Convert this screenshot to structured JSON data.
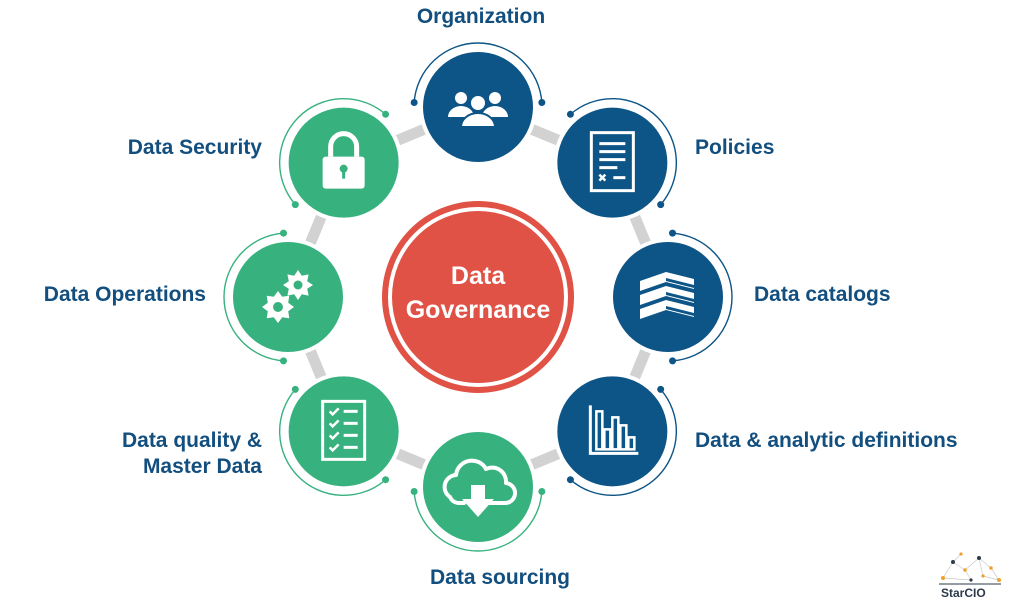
{
  "center": {
    "line1": "Data",
    "line2": "Governance"
  },
  "nodes": [
    {
      "id": "organization",
      "label": "Organization",
      "icon": "people-group-icon",
      "color": "#0d5487"
    },
    {
      "id": "policies",
      "label": "Policies",
      "icon": "document-icon",
      "color": "#0d5487"
    },
    {
      "id": "data-catalogs",
      "label": "Data catalogs",
      "icon": "books-icon",
      "color": "#0d5487"
    },
    {
      "id": "analytic-defs",
      "label": "Data & analytic definitions",
      "icon": "bar-chart-icon",
      "color": "#0d5487"
    },
    {
      "id": "data-sourcing",
      "label": "Data sourcing",
      "icon": "cloud-download-icon",
      "color": "#37b27f"
    },
    {
      "id": "data-quality",
      "label": [
        "Data quality &",
        "Master Data"
      ],
      "icon": "checklist-icon",
      "color": "#37b27f"
    },
    {
      "id": "data-operations",
      "label": "Data Operations",
      "icon": "gears-icon",
      "color": "#37b27f"
    },
    {
      "id": "data-security",
      "label": "Data Security",
      "icon": "padlock-icon",
      "color": "#37b27f"
    }
  ],
  "logo": {
    "text": "StarCIO"
  },
  "colors": {
    "center": "#e05245",
    "blue": "#0d5487",
    "green": "#37b27f",
    "text": "#124f7f",
    "connector": "#d2d2d2"
  }
}
